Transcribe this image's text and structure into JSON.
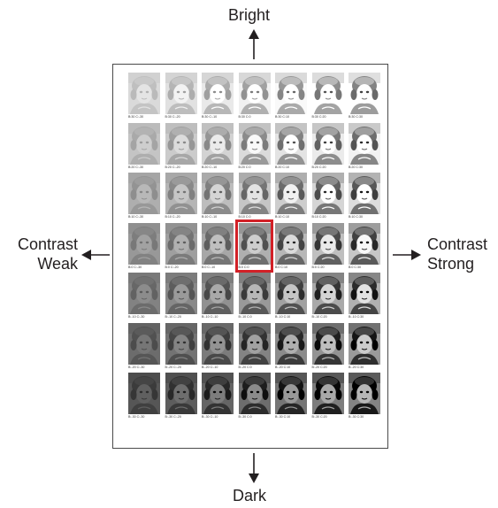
{
  "labels": {
    "top": "Bright",
    "bottom": "Dark",
    "left": [
      "Contrast",
      "Weak"
    ],
    "right": [
      "Contrast",
      "Strong"
    ]
  },
  "highlight_color": "#d22027",
  "grid": {
    "rows": [
      {
        "brightness": 30,
        "captions": [
          "B:30 C:-30",
          "B:30 C:-20",
          "B:30 C:-10",
          "B:30 C:0",
          "B:30 C:10",
          "B:30 C:20",
          "B:30 C:30"
        ]
      },
      {
        "brightness": 20,
        "captions": [
          "B:20 C:-30",
          "B:20 C:-20",
          "B:20 C:-10",
          "B:20 C:0",
          "B:20 C:10",
          "B:20 C:20",
          "B:20 C:30"
        ]
      },
      {
        "brightness": 10,
        "captions": [
          "B:10 C:-30",
          "B:10 C:-20",
          "B:10 C:-10",
          "B:10 C:0",
          "B:10 C:10",
          "B:10 C:20",
          "B:10 C:30"
        ]
      },
      {
        "brightness": 0,
        "captions": [
          "B:0 C:-30",
          "B:0 C:-20",
          "B:0 C:-10",
          "B:0 C:0",
          "B:0 C:10",
          "B:0 C:20",
          "B:0 C:30"
        ]
      },
      {
        "brightness": -10,
        "captions": [
          "B:-10 C:-30",
          "B:-10 C:-20",
          "B:-10 C:-10",
          "B:-10 C:0",
          "B:-10 C:10",
          "B:-10 C:20",
          "B:-10 C:30"
        ]
      },
      {
        "brightness": -20,
        "captions": [
          "B:-20 C:-30",
          "B:-20 C:-20",
          "B:-20 C:-10",
          "B:-20 C:0",
          "B:-20 C:10",
          "B:-20 C:20",
          "B:-20 C:30"
        ]
      },
      {
        "brightness": -30,
        "captions": [
          "B:-30 C:-30",
          "B:-30 C:-20",
          "B:-30 C:-10",
          "B:-30 C:0",
          "B:-30 C:10",
          "B:-30 C:20",
          "B:-30 C:30"
        ]
      }
    ],
    "contrast_levels": [
      -30,
      -20,
      -10,
      0,
      10,
      20,
      30
    ],
    "highlighted": {
      "row": 3,
      "col": 3
    }
  }
}
